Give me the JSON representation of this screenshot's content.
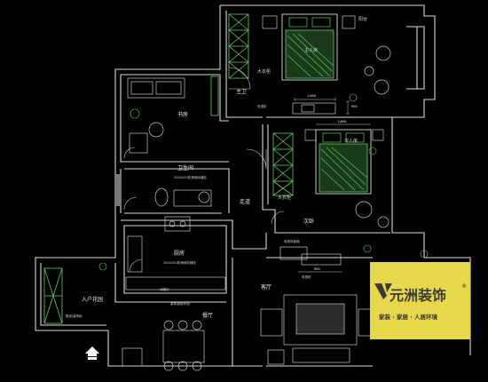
{
  "rooms": {
    "master_bedroom": "主人房",
    "wardrobe_1": "大衣柜",
    "balcony_top": "阳台",
    "master_bath": "主卫",
    "study": "书房",
    "second_bedroom": "次人房",
    "wardrobe_2": "大衣柜",
    "corridor": "走道",
    "second_room": "次卧",
    "kitchen": "厨房",
    "bathroom": "卫生间",
    "living_room": "客厅",
    "entrance": "入户花园",
    "dining_room": "餐厅"
  },
  "notes": {
    "tv_cabinet": "电视柜",
    "kitchen_note": "300X300防滑地砖铺贴",
    "bath_note": "300X300防滑地砖铺贴",
    "fridge_note": "冰箱位",
    "entrance_note": "鞋柜/装饰柜",
    "dining_note": "装饰酒柜/吧台",
    "desk_note": "电视柜",
    "tv_note": "电视背景墙"
  },
  "dimensions": {
    "d1": "1,600",
    "d2": "900",
    "d3": "1,600",
    "d4": "900"
  },
  "logo": {
    "name": "元洲装饰",
    "reg": "®",
    "slogan": "家装 · 家居 · 人居环境"
  },
  "colors": {
    "background": "#000000",
    "wall": "#d9d9d9",
    "furniture": "#5fd15f",
    "accent": "#ffffff",
    "logo_bg": "#e6d84a"
  }
}
